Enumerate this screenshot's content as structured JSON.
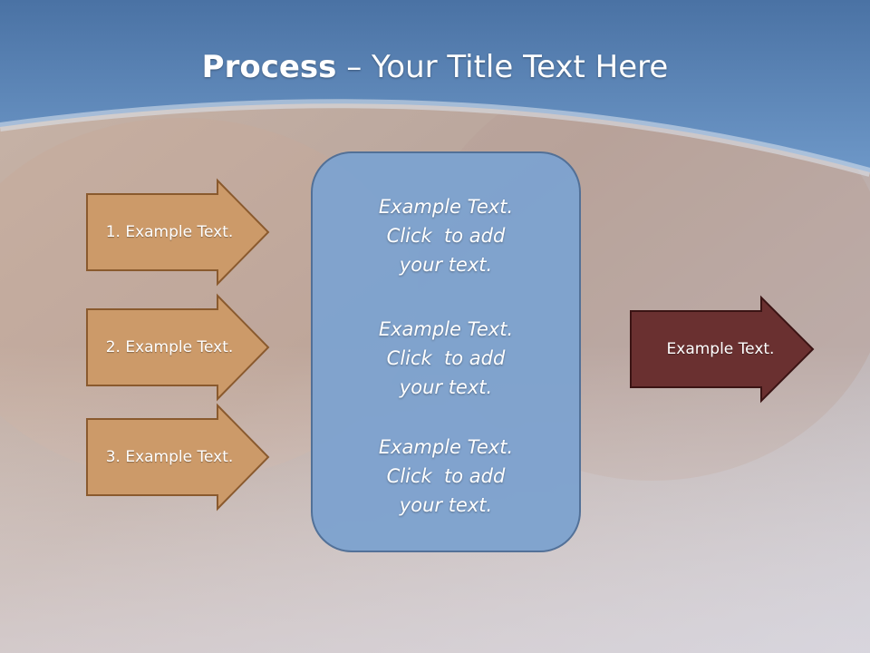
{
  "title": {
    "bold": "Process",
    "separator": " – ",
    "rest": "Your Title Text Here"
  },
  "inputs": [
    {
      "label": "1. Example Text."
    },
    {
      "label": "2. Example Text."
    },
    {
      "label": "3. Example Text."
    }
  ],
  "center": {
    "blocks": [
      {
        "lines": [
          "Example Text.",
          "Click  to add",
          "your text."
        ]
      },
      {
        "lines": [
          "Example Text.",
          "Click  to add",
          "your text."
        ]
      },
      {
        "lines": [
          "Example Text.",
          "Click  to add",
          "your text."
        ]
      }
    ]
  },
  "output": {
    "label": "Example Text."
  },
  "colors": {
    "header_blue": "#5b86b8",
    "input_arrow_fill": "#cc9a69",
    "input_arrow_stroke": "#8a5a2e",
    "center_box_fill": "#7fa3cf",
    "center_box_stroke": "#4f6f97",
    "output_arrow_fill": "#6a3030",
    "output_arrow_stroke": "#3b1414"
  }
}
